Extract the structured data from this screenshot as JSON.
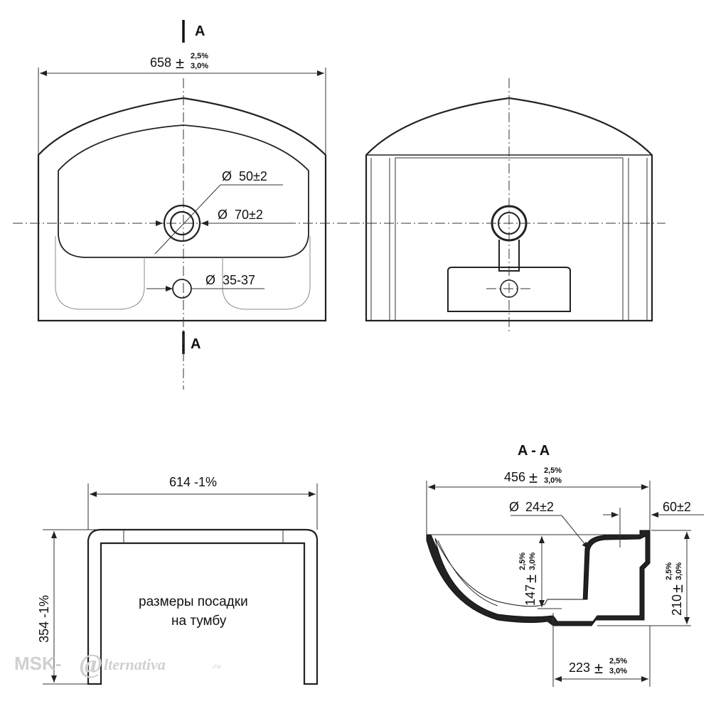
{
  "section_marks": {
    "top": "A",
    "bottom": "A",
    "section_title": "A - A"
  },
  "top_view": {
    "overall_width": {
      "value": "658",
      "pm": "±",
      "tol_top": "2,5%",
      "tol_bottom": "3,0%"
    },
    "hole_inner": {
      "symbol": "Ø",
      "value": "50±2"
    },
    "hole_outer": {
      "symbol": "Ø",
      "value": "70±2"
    },
    "tap_hole": {
      "symbol": "Ø",
      "value": "35-37"
    }
  },
  "fitting_view": {
    "width": "614 -1%",
    "depth": "354 -1%",
    "note_line1": "размеры посадки",
    "note_line2": "на тумбу"
  },
  "section_view": {
    "width": {
      "value": "456",
      "pm": "±",
      "tol_top": "2,5%",
      "tol_bottom": "3,0%"
    },
    "drain": {
      "symbol": "Ø",
      "value": "24±2"
    },
    "rim": "60±2",
    "bowl_depth": {
      "value": "147",
      "pm": "±",
      "tol_top": "2,5%",
      "tol_bottom": "3,0%"
    },
    "total_height": {
      "value": "210",
      "pm": "±",
      "tol_top": "2,5%",
      "tol_bottom": "3,0%"
    },
    "back_depth": {
      "value": "223",
      "pm": "±",
      "tol_top": "2,5%",
      "tol_bottom": "3,0%"
    }
  },
  "watermark": {
    "part1": "MSK-",
    "part2": "@",
    "part3": "lternativa",
    "part4": ".ru"
  }
}
